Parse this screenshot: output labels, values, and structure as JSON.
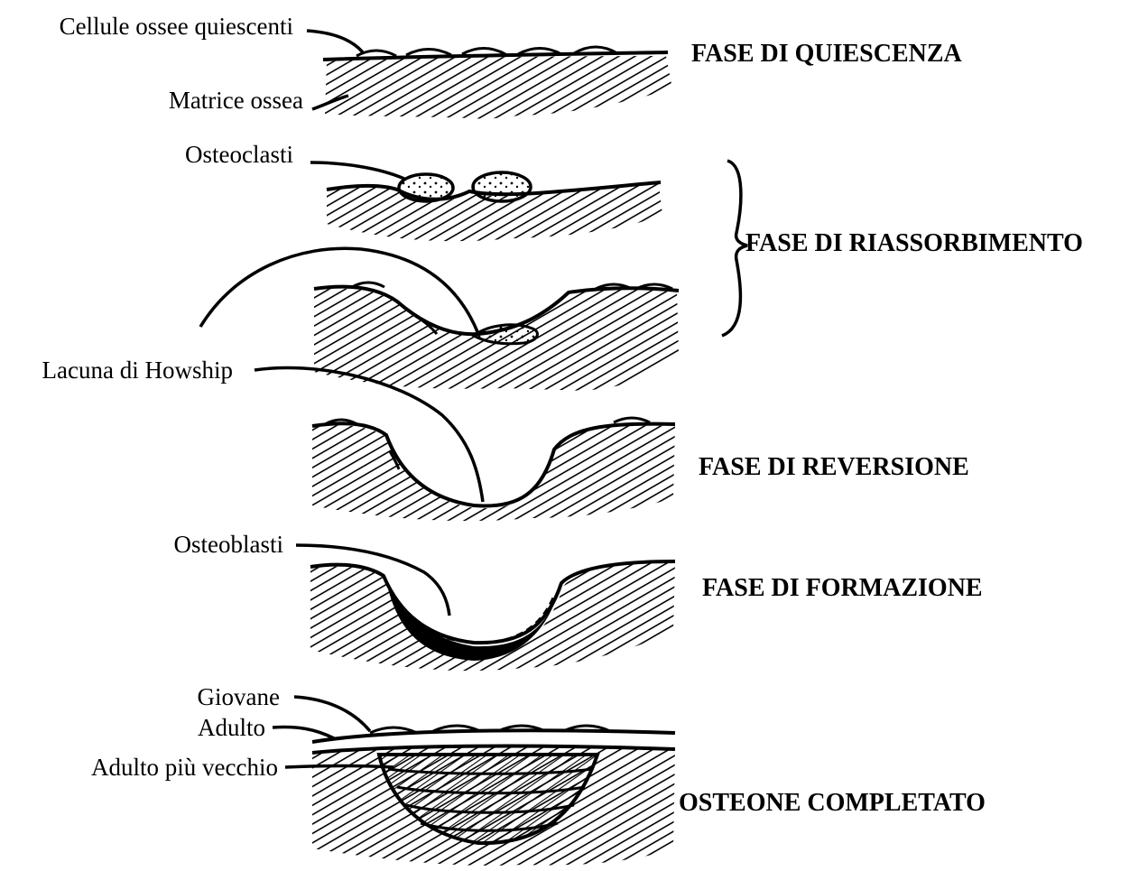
{
  "diagram": {
    "labels": {
      "quiescent_cells": "Cellule ossee quiescenti",
      "bone_matrix": "Matrice ossea",
      "osteoclasts": "Osteoclasti",
      "howship_lacuna": "Lacuna di Howship",
      "osteoblasts": "Osteoblasti",
      "young": "Giovane",
      "adult": "Adulto",
      "older_adult": "Adulto più vecchio"
    },
    "phases": {
      "quiescence": "FASE DI QUIESCENZA",
      "resorption": "FASE DI RIASSORBIMENTO",
      "reversal": "FASE DI REVERSIONE",
      "formation": "FASE DI FORMAZIONE",
      "completed": "OSTEONE COMPLETATO"
    },
    "colors": {
      "ink": "#000000",
      "background": "#ffffff"
    }
  }
}
